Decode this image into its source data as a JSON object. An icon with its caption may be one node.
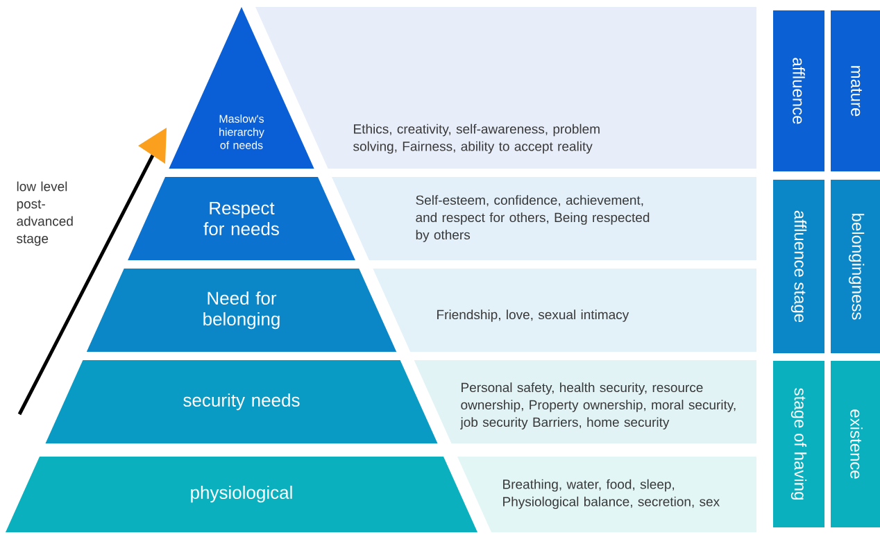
{
  "diagram": {
    "nodes": [
      {
        "text": [
          "Maslow's hierarchy of needs"
        ]
      },
      {
        "text": [
          "Respect for needs"
        ]
      },
      {
        "text": [
          "Need for belonging"
        ]
      },
      {
        "text": [
          "security needs"
        ]
      },
      {
        "text": [
          "physiological"
        ]
      },
      {
        "text": [
          "Ethics, creativity, self-awareness, problem solving, Fairness, ability to accept reality"
        ]
      },
      {
        "text": [
          "Self-esteem, confidence, achievement, and respect for others, Being respected by others"
        ]
      },
      {
        "text": [
          "Friendship, love, sexual intimacy"
        ]
      },
      {
        "text": [
          "Personal safety, health security, resource ownership, Property ownership, moral security, job security Barriers, home security"
        ]
      },
      {
        "text": [
          "Breathing, water, food, sleep, Physiological balance, secretion, sex"
        ]
      },
      {
        "text": [
          "affluence"
        ]
      },
      {
        "text": [
          "affluence stage"
        ]
      },
      {
        "text": [
          "stage of having"
        ]
      },
      {
        "text": [
          "mature"
        ]
      },
      {
        "text": [
          "belongingness"
        ]
      },
      {
        "text": [
          "existence"
        ]
      }
    ],
    "labels": [
      "low level post-advanced stage"
    ]
  }
}
